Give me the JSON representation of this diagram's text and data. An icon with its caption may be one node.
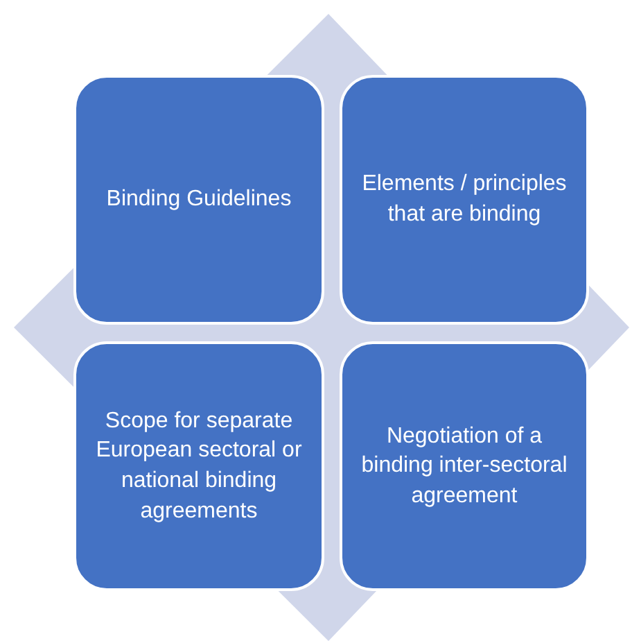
{
  "diagram": {
    "nodes": [
      {
        "text": [
          "Binding Guidelines"
        ]
      },
      {
        "text": [
          "Elements / principles that are binding"
        ]
      },
      {
        "text": [
          "Scope for separate European sectoral or national binding agreements"
        ]
      },
      {
        "text": [
          "Negotiation of a binding inter-sectoral agreement"
        ]
      }
    ]
  }
}
